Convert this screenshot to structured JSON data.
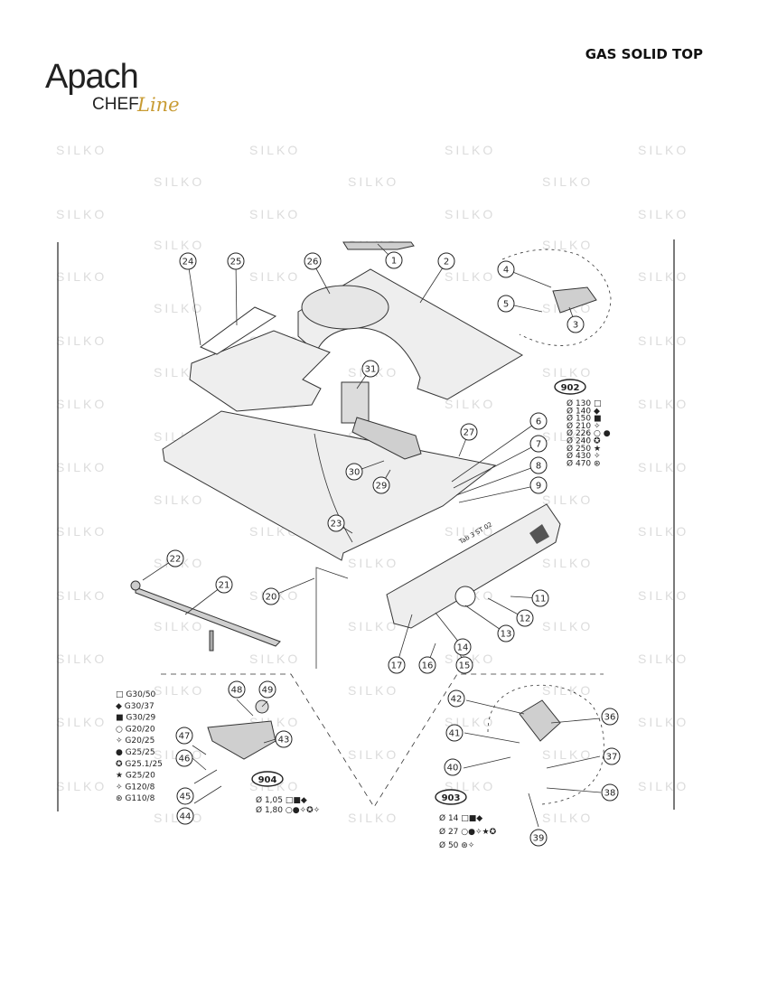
{
  "header": {
    "title": "GAS SOLID TOP",
    "logo_main": "Apach",
    "logo_sub": "CHEF",
    "logo_script": "Line"
  },
  "watermark": "SILKO",
  "callouts": [
    "1",
    "2",
    "3",
    "4",
    "5",
    "6",
    "7",
    "8",
    "9",
    "11",
    "12",
    "13",
    "14",
    "15",
    "16",
    "17",
    "20",
    "21",
    "22",
    "23",
    "24",
    "25",
    "26",
    "27",
    "29",
    "30",
    "31",
    "36",
    "37",
    "38",
    "39",
    "40",
    "41",
    "42",
    "43",
    "44",
    "45",
    "46",
    "47",
    "48",
    "49"
  ],
  "ref_codes": {
    "c902": "902",
    "c903": "903",
    "c904": "904"
  },
  "table_902": [
    "Ø 130 □",
    "Ø 140 ◆",
    "Ø 150 ■",
    "Ø 210 ✧",
    "Ø 226 ○ ●",
    "Ø 240 ✪",
    "Ø 250 ★",
    "Ø 430 ✧",
    "Ø 470 ⊛"
  ],
  "gas_legend": [
    "□ G30/50",
    "◆ G30/37",
    "■ G30/29",
    "○ G20/20",
    "✧ G20/25",
    "● G25/25",
    "✪ G25.1/25",
    "★ G25/20",
    "✧ G120/8",
    "⊛ G110/8"
  ],
  "table_904": [
    "Ø 1,05 □■◆",
    "Ø 1,80 ○●✧✪✧"
  ],
  "table_903": [
    "Ø 14 □■◆",
    "Ø 27 ○●✧★✪",
    "Ø 50 ⊛✧"
  ],
  "plate_text": "Tab 3 ST 02"
}
